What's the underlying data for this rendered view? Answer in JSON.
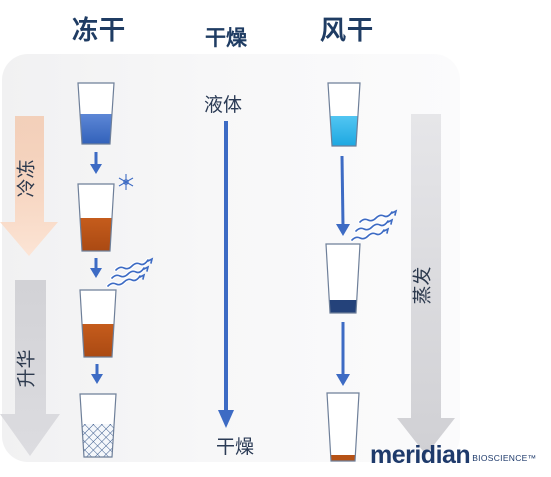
{
  "headings": {
    "freeze_drying": "冻干",
    "drying": "干燥",
    "air_drying": "风干"
  },
  "center_axis": {
    "start_label": "液体",
    "end_label": "干燥"
  },
  "side_labels": {
    "cooling": "冷冻",
    "sublimation": "升华",
    "evaporation": "蒸发"
  },
  "logo": {
    "brand": "meridian",
    "suffix": "BIOSCIENCE™"
  },
  "colors": {
    "navy": "#1f3c63",
    "arrow_blue": "#3d6bc4",
    "liquid_blue": "#3b6fc8",
    "liquid_cyan": "#22aee8",
    "orange_brown": "#b65215",
    "cool_peach": "#f6cbb0",
    "grey_arrow": "#d3d3d6",
    "dark_navy_band": "#24427a"
  },
  "icons": [
    "snowflake-icon",
    "vapor-wave-icon",
    "down-arrow-icon",
    "lattice-cake-icon"
  ]
}
